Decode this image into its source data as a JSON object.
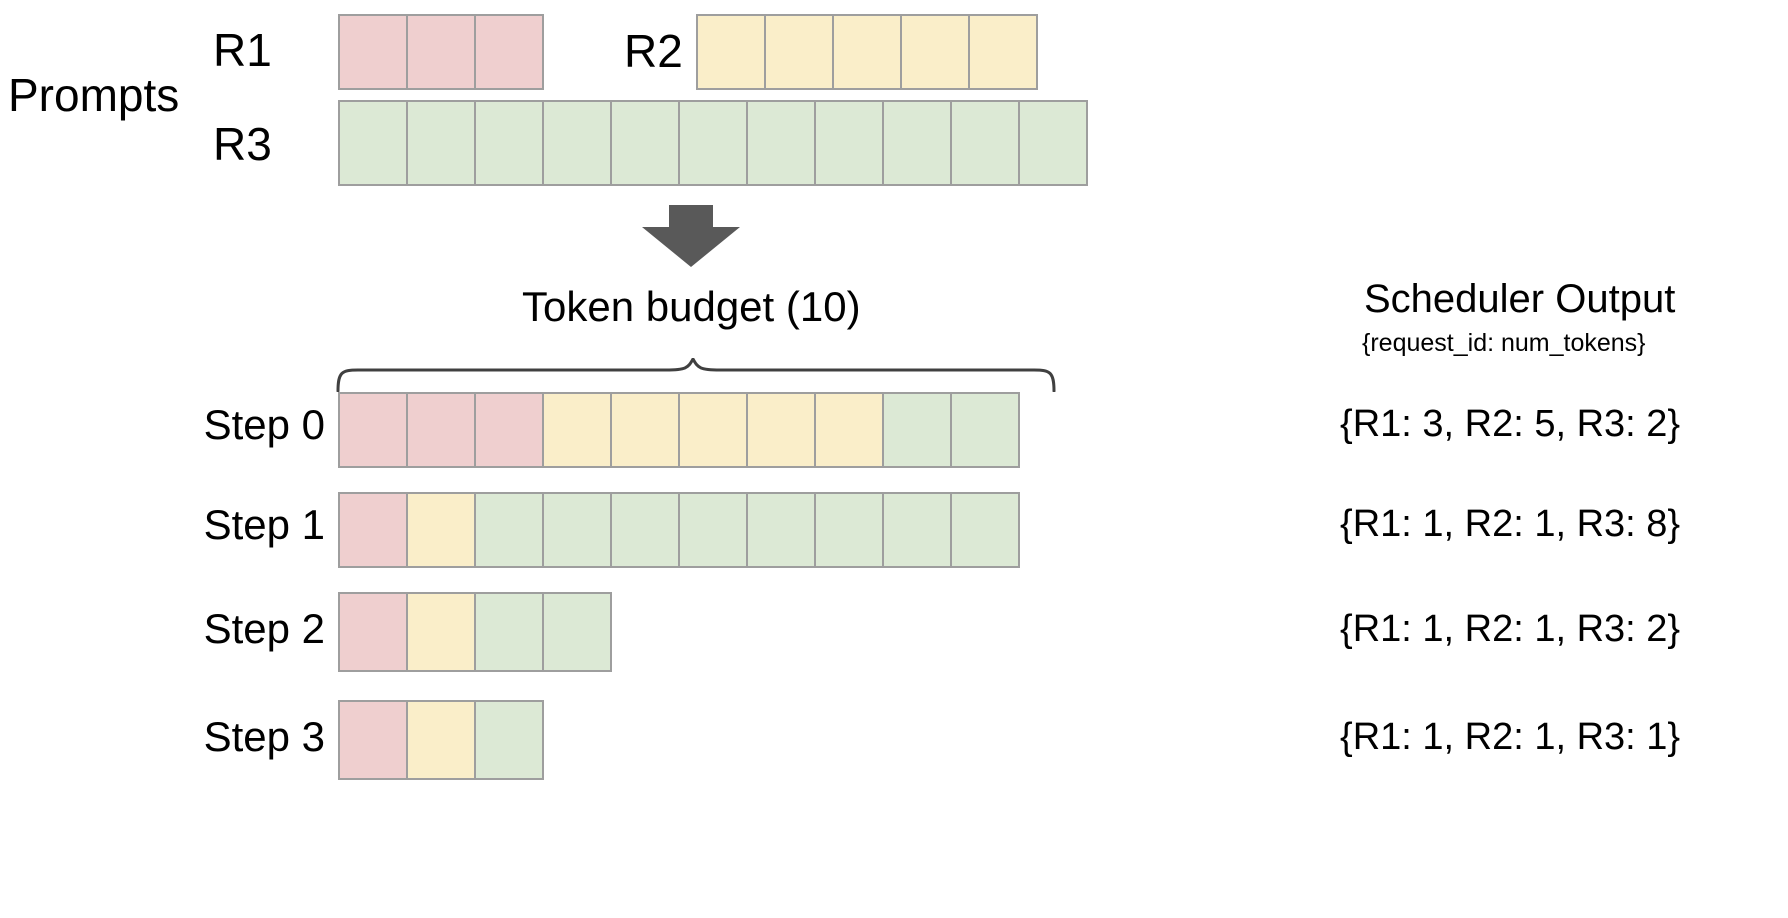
{
  "meta": {
    "title": "vLLM continuous batching token budget scheduling diagram",
    "colors": {
      "r1_fill": "#efcfcf",
      "r2_fill": "#faeec9",
      "r3_fill": "#dce9d5",
      "cell_border": "#9e9e9e",
      "arrow": "#595959",
      "brace": "#404040",
      "text": "#000000",
      "background": "#ffffff"
    }
  },
  "prompts": {
    "section_label": "Prompts",
    "requests": [
      {
        "id": "R1",
        "label": "R1",
        "num_tokens": 3,
        "color_key": "r1_fill"
      },
      {
        "id": "R2",
        "label": "R2",
        "num_tokens": 5,
        "color_key": "r2_fill"
      },
      {
        "id": "R3",
        "label": "R3",
        "num_tokens": 11,
        "color_key": "r3_fill"
      }
    ]
  },
  "flow": {
    "arrow_icon": "down-arrow-icon",
    "brace_icon": "curly-brace-icon"
  },
  "budget": {
    "label": "Token budget (10)",
    "value": 10
  },
  "scheduler_output": {
    "title": "Scheduler Output",
    "subtitle": "{request_id: num_tokens}"
  },
  "steps": [
    {
      "label": "Step 0",
      "output": "{R1: 3, R2: 5, R3: 2}",
      "segments": [
        {
          "request": "R1",
          "count": 3,
          "color_key": "r1_fill"
        },
        {
          "request": "R2",
          "count": 5,
          "color_key": "r2_fill"
        },
        {
          "request": "R3",
          "count": 2,
          "color_key": "r3_fill"
        }
      ],
      "total": 10
    },
    {
      "label": "Step 1",
      "output": "{R1: 1, R2: 1, R3: 8}",
      "segments": [
        {
          "request": "R1",
          "count": 1,
          "color_key": "r1_fill"
        },
        {
          "request": "R2",
          "count": 1,
          "color_key": "r2_fill"
        },
        {
          "request": "R3",
          "count": 8,
          "color_key": "r3_fill"
        }
      ],
      "total": 10
    },
    {
      "label": "Step 2",
      "output": "{R1: 1, R2: 1, R3: 2}",
      "segments": [
        {
          "request": "R1",
          "count": 1,
          "color_key": "r1_fill"
        },
        {
          "request": "R2",
          "count": 1,
          "color_key": "r2_fill"
        },
        {
          "request": "R3",
          "count": 2,
          "color_key": "r3_fill"
        }
      ],
      "total": 4
    },
    {
      "label": "Step 3",
      "output": "{R1: 1, R2: 1, R3: 1}",
      "segments": [
        {
          "request": "R1",
          "count": 1,
          "color_key": "r1_fill"
        },
        {
          "request": "R2",
          "count": 1,
          "color_key": "r2_fill"
        },
        {
          "request": "R3",
          "count": 1,
          "color_key": "r3_fill"
        }
      ],
      "total": 3
    }
  ]
}
